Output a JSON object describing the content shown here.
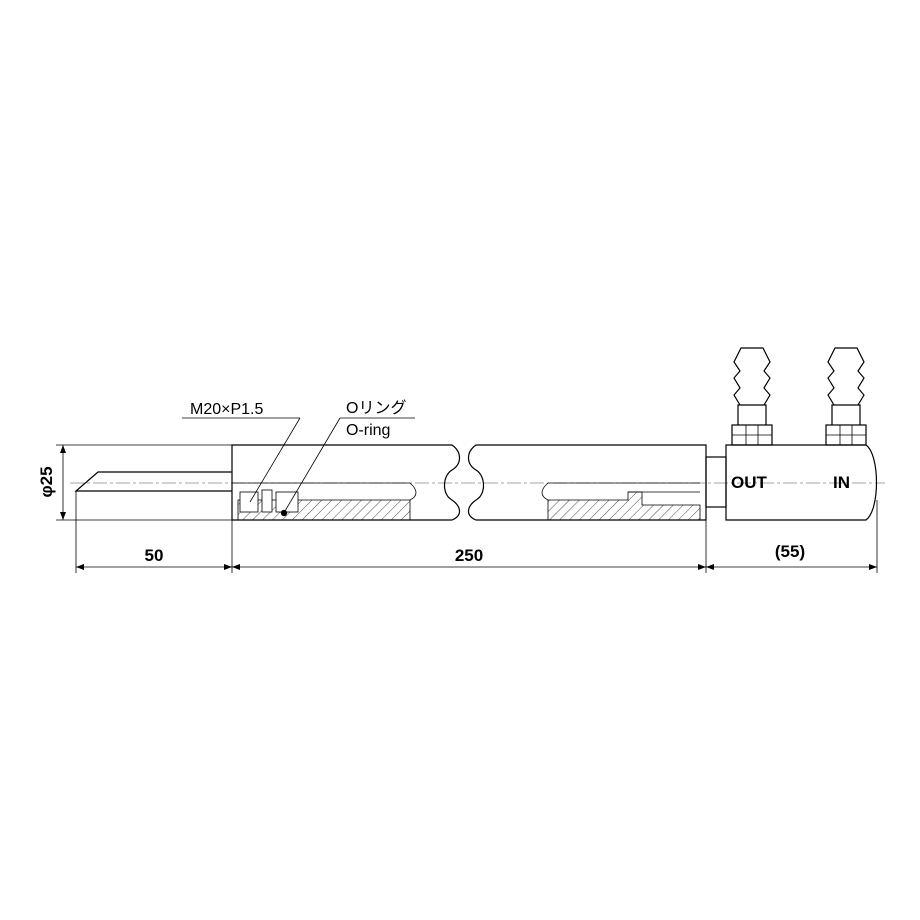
{
  "dimensions": {
    "diameter": "φ25",
    "tip_length": "50",
    "body_length": "250",
    "head_length": "(55)"
  },
  "labels": {
    "thread": "M20×P1.5",
    "oring_jp": "Oリング",
    "oring_en": "O-ring",
    "port_out": "OUT",
    "port_in": "IN"
  }
}
